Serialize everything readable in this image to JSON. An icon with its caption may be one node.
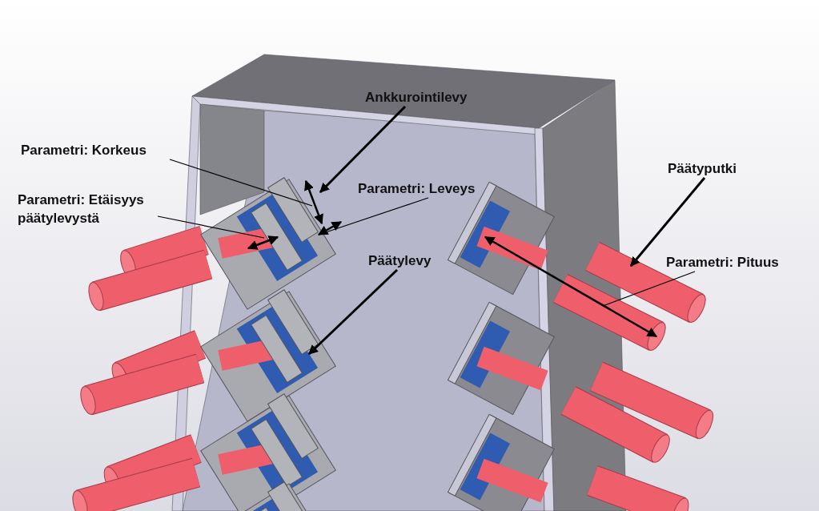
{
  "diagram": {
    "nodes": [
      {
        "text": [
          "Ankkurointilevy"
        ]
      },
      {
        "text": [
          "Parametri: Korkeus"
        ]
      },
      {
        "text": [
          "Päätyputki"
        ]
      },
      {
        "text": [
          "Parametri: Etäisyys päätylevystä"
        ]
      },
      {
        "text": [
          "Parametri: Leveys"
        ]
      },
      {
        "text": [
          "Parametri: Pituus"
        ]
      },
      {
        "text": [
          "Päätylevy"
        ]
      }
    ],
    "edges": [
      {
        "from": 0,
        "to": null,
        "arrow": "to",
        "style": "thick"
      },
      {
        "from": 1,
        "to": null,
        "arrow": "none"
      },
      {
        "from": 2,
        "to": null,
        "arrow": "to",
        "style": "thick"
      },
      {
        "from": 3,
        "to": null,
        "arrow": "none"
      },
      {
        "from": 4,
        "to": null,
        "arrow": "none"
      },
      {
        "from": 5,
        "to": null,
        "arrow": "none"
      },
      {
        "from": 6,
        "to": null,
        "arrow": "to",
        "style": "thick"
      }
    ]
  }
}
